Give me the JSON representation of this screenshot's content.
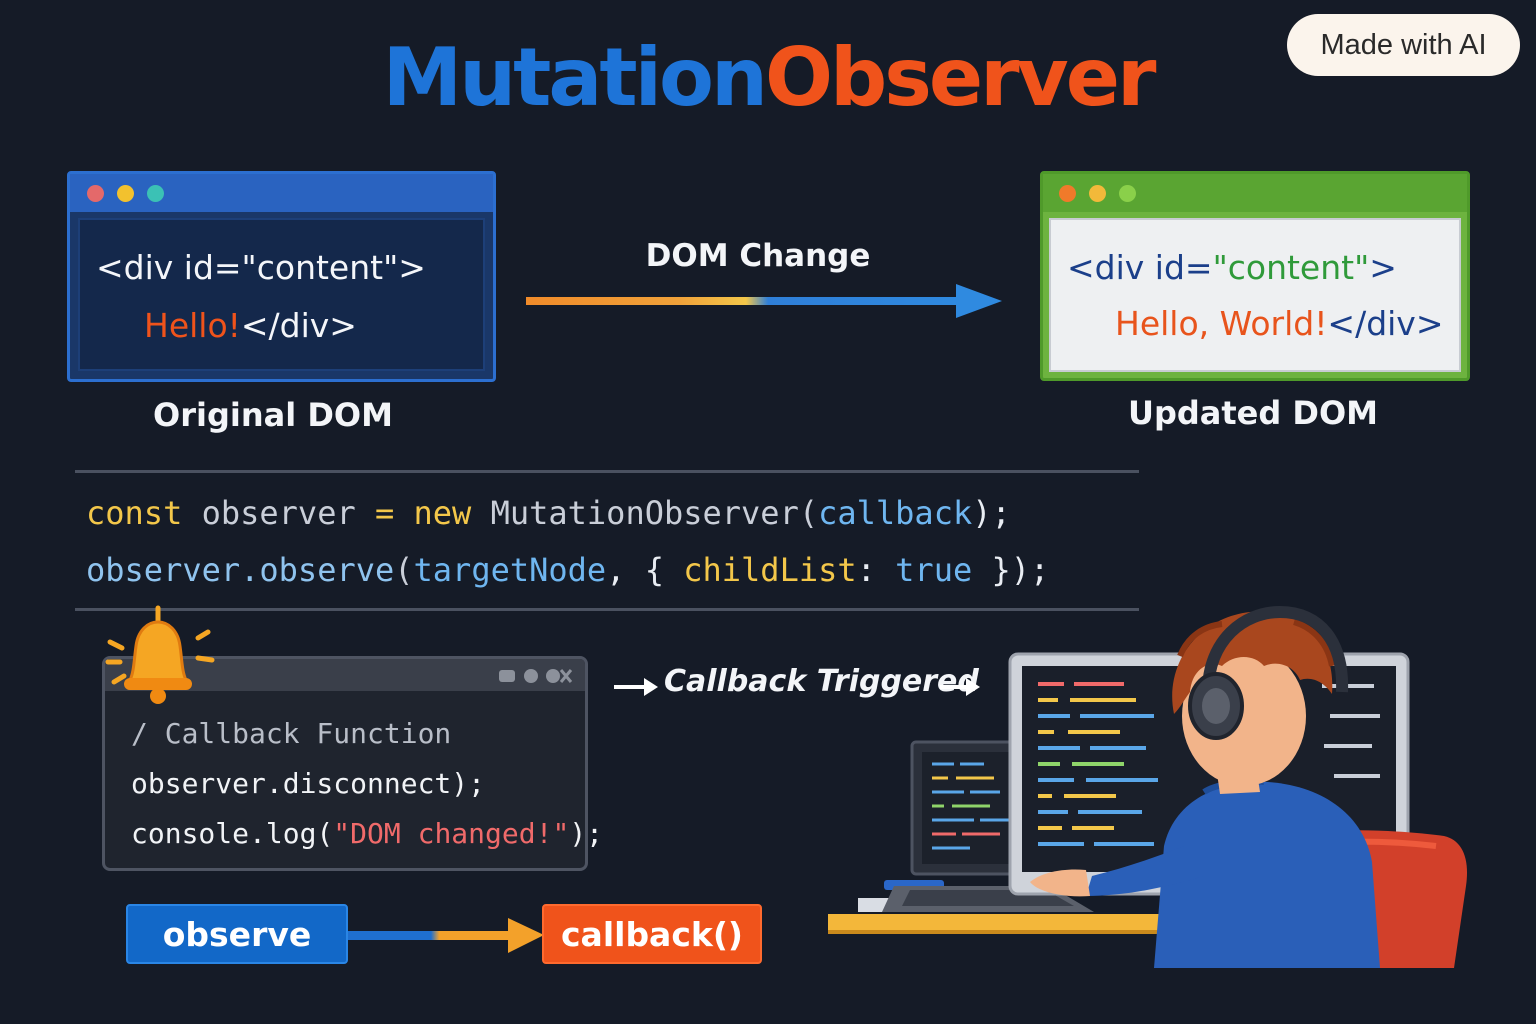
{
  "title": {
    "part1": "Mutation",
    "part2": "Observer"
  },
  "badge": "Made with AI",
  "original_dom": {
    "caption": "Original DOM",
    "line1": "<div id=\"content\">",
    "line2_hello": "Hello!",
    "line2_close": "</div>"
  },
  "updated_dom": {
    "caption": "Updated DOM",
    "line1_tag": "<div id=",
    "line1_value": "\"content\"",
    "line1_end": ">",
    "line2_hello": "Hello, World!",
    "line2_close": "</div>"
  },
  "dom_change_label": "DOM Change",
  "code": {
    "line1": {
      "kw_const": "const",
      "var": "observer",
      "eq": "=",
      "kw_new": "new",
      "cls": "MutationObserver",
      "open": "(",
      "arg": "callback",
      "close": ");"
    },
    "line2": {
      "obj": "observer.observe",
      "open": "(",
      "arg": "targetNode",
      "comma": ", {",
      "key": "childList",
      "colon": ":",
      "val": "true",
      "close": "});"
    }
  },
  "callback_window": {
    "comment": "/ Callback Function",
    "line2": "observer.disconnect);",
    "line3_fn": "console.log(",
    "line3_str": "\"DOM changed!\"",
    "line3_end": ");"
  },
  "callback_triggered": "Callback Triggered",
  "flow": {
    "observe": "observe",
    "callback": "callback()"
  },
  "colors": {
    "blue": "#1e74d8",
    "orange": "#f0531b",
    "green": "#6db33f",
    "yellow": "#f3c74a",
    "background": "#151b27"
  },
  "icons": [
    "bell-icon",
    "window-controls-icon",
    "arrow-right-icon",
    "developer-illustration"
  ]
}
